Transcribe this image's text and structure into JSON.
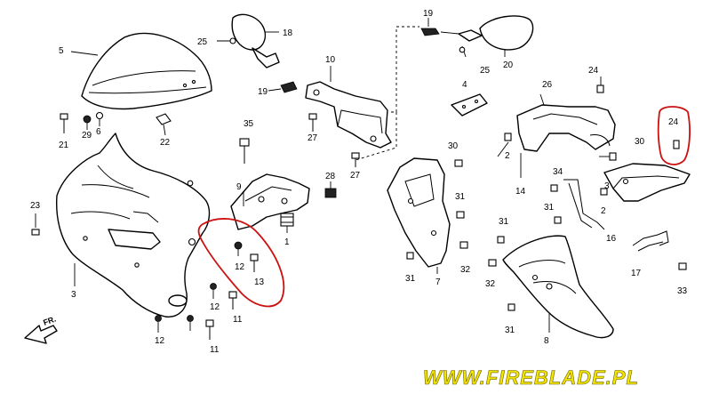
{
  "diagram": {
    "callouts": [
      {
        "id": "5",
        "label": "5"
      },
      {
        "id": "25a",
        "label": "25"
      },
      {
        "id": "18",
        "label": "18"
      },
      {
        "id": "19a",
        "label": "19"
      },
      {
        "id": "10",
        "label": "10"
      },
      {
        "id": "19b",
        "label": "19"
      },
      {
        "id": "25b",
        "label": "25"
      },
      {
        "id": "20",
        "label": "20"
      },
      {
        "id": "4",
        "label": "4"
      },
      {
        "id": "26",
        "label": "26"
      },
      {
        "id": "24a",
        "label": "24"
      },
      {
        "id": "24b",
        "label": "24"
      },
      {
        "id": "21",
        "label": "21"
      },
      {
        "id": "29",
        "label": "29"
      },
      {
        "id": "6",
        "label": "6"
      },
      {
        "id": "22",
        "label": "22"
      },
      {
        "id": "35",
        "label": "35"
      },
      {
        "id": "27a",
        "label": "27"
      },
      {
        "id": "27b",
        "label": "27"
      },
      {
        "id": "28",
        "label": "28"
      },
      {
        "id": "30a",
        "label": "30"
      },
      {
        "id": "2a",
        "label": "2"
      },
      {
        "id": "14",
        "label": "14"
      },
      {
        "id": "30b",
        "label": "30"
      },
      {
        "id": "34",
        "label": "34"
      },
      {
        "id": "3a",
        "label": "3"
      },
      {
        "id": "2b",
        "label": "2"
      },
      {
        "id": "16",
        "label": "16"
      },
      {
        "id": "23",
        "label": "23"
      },
      {
        "id": "9",
        "label": "9"
      },
      {
        "id": "1",
        "label": "1"
      },
      {
        "id": "31a",
        "label": "31"
      },
      {
        "id": "31b",
        "label": "31"
      },
      {
        "id": "31c",
        "label": "31"
      },
      {
        "id": "31d",
        "label": "31"
      },
      {
        "id": "31e",
        "label": "31"
      },
      {
        "id": "32a",
        "label": "32"
      },
      {
        "id": "32b",
        "label": "32"
      },
      {
        "id": "3b",
        "label": "3"
      },
      {
        "id": "12a",
        "label": "12"
      },
      {
        "id": "13",
        "label": "13"
      },
      {
        "id": "12b",
        "label": "12"
      },
      {
        "id": "11a",
        "label": "11"
      },
      {
        "id": "11b",
        "label": "11"
      },
      {
        "id": "12c",
        "label": "12"
      },
      {
        "id": "7",
        "label": "7"
      },
      {
        "id": "8",
        "label": "8"
      },
      {
        "id": "17",
        "label": "17"
      },
      {
        "id": "33",
        "label": "33"
      }
    ],
    "direction_label": "FR.",
    "watermark": "WWW.FIREBLADE.PL",
    "highlight_color": "#cc1111"
  }
}
